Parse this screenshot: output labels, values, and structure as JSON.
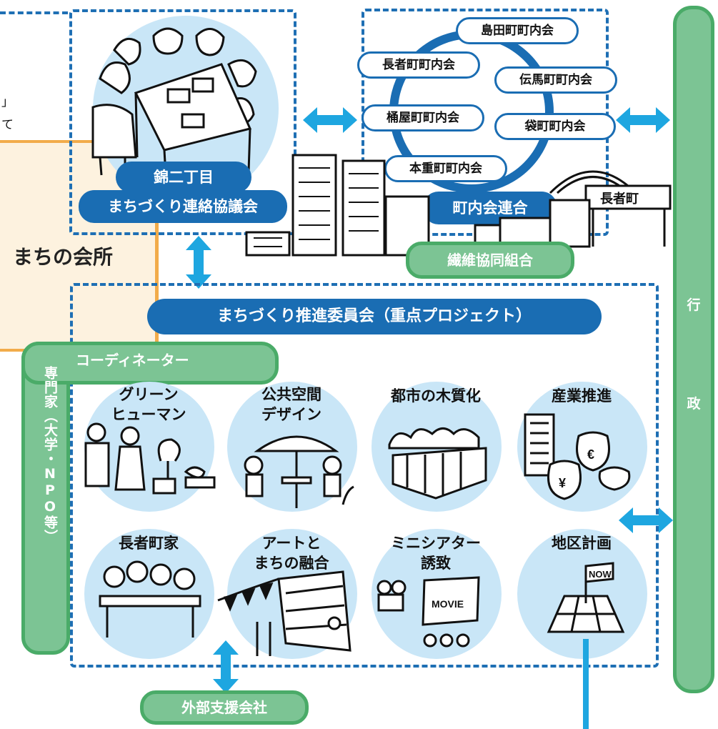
{
  "left_panel": {
    "fragment_line1": "」",
    "fragment_line2": "て",
    "title": "まちの会所"
  },
  "council": {
    "line1": "錦二丁目",
    "line2": "まちづくり連絡協議会"
  },
  "associations": [
    "島田町町内会",
    "長者町町内会",
    "伝馬町町内会",
    "桶屋町町内会",
    "袋町町内会",
    "本重町町内会"
  ],
  "association_union": "町内会連合",
  "sign_text": "長者町",
  "textile_coop": "繊維協同組合",
  "promotion_committee": "まちづくり推進委員会（重点プロジェクト）",
  "coordinator": "コーディネーター",
  "experts": "専門家（大学・NPO等）",
  "gov_char1": "行",
  "gov_char2": "政",
  "projects": [
    {
      "line1": "グリーン",
      "line2": "ヒューマン"
    },
    {
      "line1": "公共空間",
      "line2": "デザイン"
    },
    {
      "line1": "都市の木質化",
      "line2": ""
    },
    {
      "line1": "産業推進",
      "line2": ""
    },
    {
      "line1": "長者町家",
      "line2": ""
    },
    {
      "line1": "アートと",
      "line2": "まちの融合"
    },
    {
      "line1": "ミニシアター",
      "line2": "誘致"
    },
    {
      "line1": "地区計画",
      "line2": ""
    }
  ],
  "illustration_text": {
    "movie": "MOVIE",
    "now": "NOW",
    "yen": "¥",
    "euro": "€"
  },
  "external_support": "外部支援会社",
  "colors": {
    "navy": "#1a6db3",
    "arrow": "#1ea6e0",
    "green_fill": "#7cc494",
    "green_border": "#4aab68",
    "circle": "#c9e6f7",
    "left_panel": "#fdf2df",
    "left_border": "#f2ac4a"
  }
}
